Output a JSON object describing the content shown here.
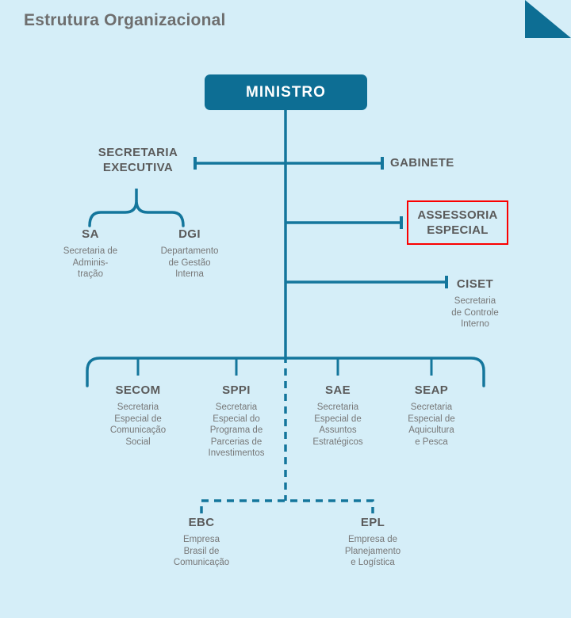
{
  "header": {
    "title": "Estrutura Organizacional",
    "corner_accent_color": "#0d6e94"
  },
  "colors": {
    "background": "#d5eef8",
    "accent_teal": "#0d6e94",
    "line_teal": "#14769c",
    "title_gray": "#6e6e6e",
    "code_gray": "#5a5a5a",
    "desc_gray": "#777777",
    "highlight_red": "#fb0000",
    "box_text": "#ffffff"
  },
  "chart_data": {
    "type": "diagram",
    "title": "Estrutura Organizacional",
    "root": {
      "code": "MINISTRO",
      "desc": ""
    },
    "nodes": [
      {
        "code": "SECRETARIA\nEXECUTIVA",
        "desc": "",
        "level": "staff-left"
      },
      {
        "code": "GABINETE",
        "desc": "",
        "level": "staff-right"
      },
      {
        "code": "SA",
        "desc": "Secretaria de\nAdminis-\ntração",
        "level": "sub-exec"
      },
      {
        "code": "DGI",
        "desc": "Departamento\nde Gestão\nInterna",
        "level": "sub-exec"
      },
      {
        "code": "ASSESSORIA\nESPECIAL",
        "desc": "",
        "level": "staff-right",
        "highlighted": true
      },
      {
        "code": "CISET",
        "desc": "Secretaria\nde Controle\nInterno",
        "level": "staff-right"
      },
      {
        "code": "SECOM",
        "desc": "Secretaria\nEspecial de\nComunicação\nSocial",
        "level": "branch"
      },
      {
        "code": "SPPI",
        "desc": "Secretaria\nEspecial do\nPrograma de\nParcerias de\nInvestimentos",
        "level": "branch"
      },
      {
        "code": "SAE",
        "desc": "Secretaria\nEspecial de\nAssuntos\nEstratégicos",
        "level": "branch"
      },
      {
        "code": "SEAP",
        "desc": "Secretaria\nEspecial de\nAquicultura\ne Pesca",
        "level": "branch"
      },
      {
        "code": "EBC",
        "desc": "Empresa\nBrasil de\nComunicação",
        "level": "linked-entity"
      },
      {
        "code": "EPL",
        "desc": "Empresa de\nPlanejamento\ne Logística",
        "level": "linked-entity"
      }
    ]
  }
}
